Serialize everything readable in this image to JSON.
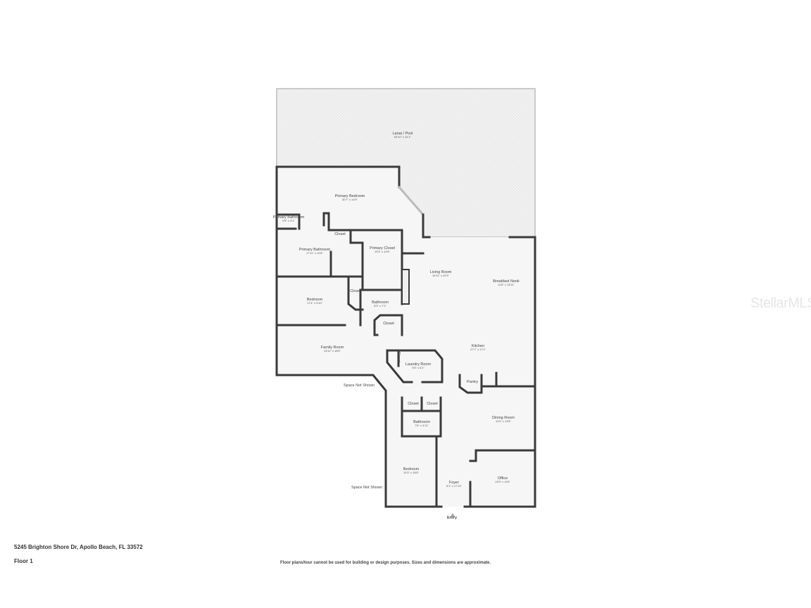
{
  "address": "5245 Brighton Shore Dr, Apollo Beach, FL 33572",
  "floor_label": "Floor 1",
  "disclaimer": "Floor plans/tour cannot be used for building or design purposes. Sizes and dimensions are approximate.",
  "watermark": "StellarMLS",
  "colors": {
    "wall": "#3a3a3a",
    "floor": "#f5f5f5",
    "lanai": "#f0f0f0"
  },
  "rooms": [
    {
      "name": "Lanai / Pool",
      "dims": "63'10\" x 31'1\""
    },
    {
      "name": "Primary Bedroom",
      "dims": "30'7\" x 14'9\""
    },
    {
      "name": "Primary Bathroom",
      "dims": "5'5\" x 3'1\""
    },
    {
      "name": "Primary Bathroom",
      "dims": "17'11\" x 12'8\""
    },
    {
      "name": "Primary Closet",
      "dims": "10'3\" x 12'6\""
    },
    {
      "name": "Living Room",
      "dims": "15'11\" x 22'3\""
    },
    {
      "name": "Breakfast Nook",
      "dims": "11'8\" x 13'11\""
    },
    {
      "name": "Bedroom",
      "dims": "17'4\" x 9'10\""
    },
    {
      "name": "Bathroom",
      "dims": "8'3\" x 7'1\""
    },
    {
      "name": "Family Room",
      "dims": "23'11\" x 18'5\""
    },
    {
      "name": "Laundry Room",
      "dims": "9'5\" x 6'1\""
    },
    {
      "name": "Kitchen",
      "dims": "27'7\" x 17'1\""
    },
    {
      "name": "Bathroom",
      "dims": "7'6\" x 4'11\""
    },
    {
      "name": "Dining Room",
      "dims": "12'0\" x 13'5\""
    },
    {
      "name": "Bedroom",
      "dims": "10'3\" x 16'5\""
    },
    {
      "name": "Foyer",
      "dims": "6'1\" x 17'10\""
    },
    {
      "name": "Office",
      "dims": "13'9\" x 11'6\""
    }
  ],
  "small_labels": [
    "Closet",
    "Closet",
    "Closet",
    "Closet",
    "Closet",
    "Closet",
    "Pantry"
  ],
  "notes": [
    "Space Not Shown",
    "Space Not Shown",
    "Entry"
  ]
}
